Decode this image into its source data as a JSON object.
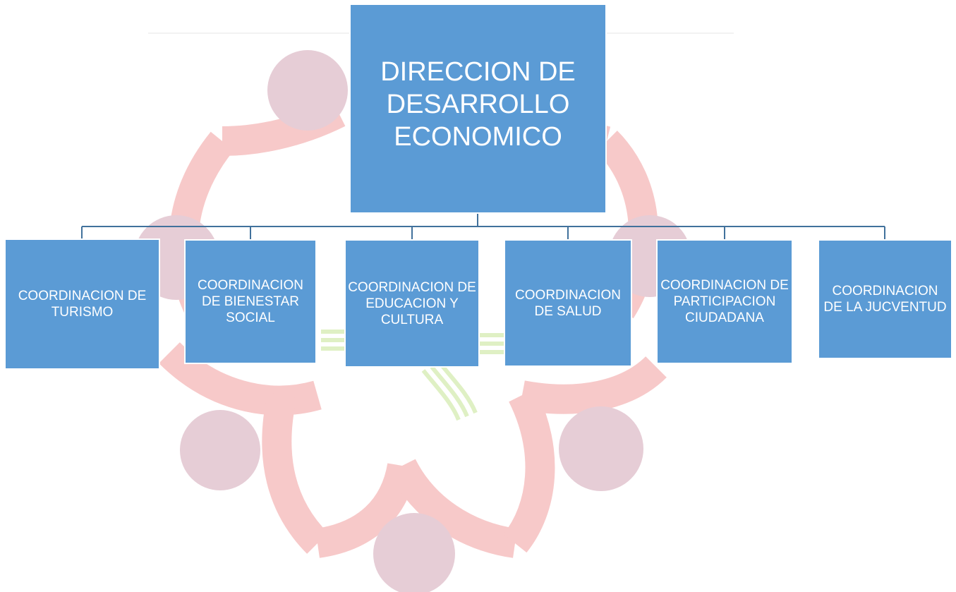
{
  "org_chart": {
    "root": {
      "label": "DIRECCION DE DESARROLLO ECONOMICO"
    },
    "children": [
      {
        "label": "COORDINACION DE TURISMO"
      },
      {
        "label": "COORDINACION DE BIENESTAR SOCIAL"
      },
      {
        "label": "COORDINACION DE EDUCACION Y CULTURA"
      },
      {
        "label": "COORDINACION DE SALUD"
      },
      {
        "label": "COORDINACION DE PARTICIPACION CIUDADANA"
      },
      {
        "label": "COORDINACION DE LA JUCVENTUD"
      }
    ]
  },
  "colors": {
    "box_fill": "#5b9bd5",
    "box_text": "#ffffff",
    "connector": "#41719c",
    "watermark_circle": "#e6cdd6",
    "watermark_arc": "#f7c9c9",
    "watermark_green": "#dff0c4"
  }
}
